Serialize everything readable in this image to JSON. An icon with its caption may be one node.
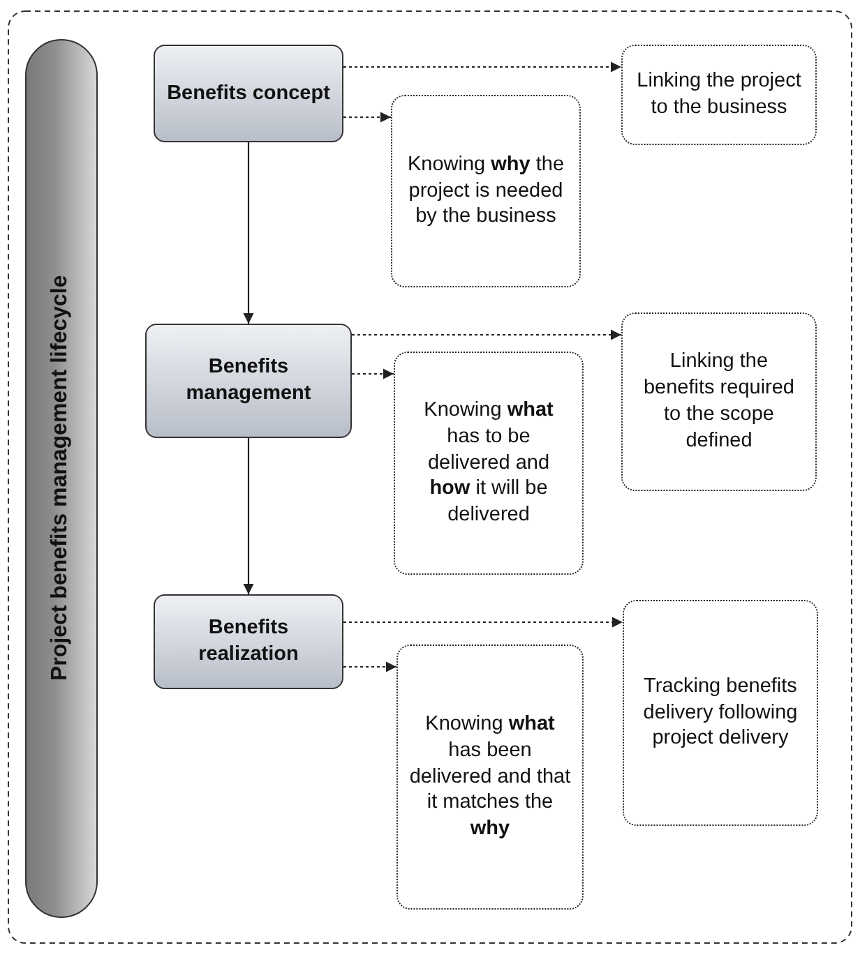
{
  "diagram": {
    "nodes": [
      {
        "text": [
          "Project benefits management lifecycle"
        ]
      },
      {
        "text": [
          "Benefits concept"
        ]
      },
      {
        "text": [
          "Knowing **why** the project is needed by the business"
        ]
      },
      {
        "text": [
          "Linking the project to the business"
        ]
      },
      {
        "text": [
          "Benefits management"
        ]
      },
      {
        "text": [
          "Knowing **what** has to be delivered and **how** it will be delivered"
        ]
      },
      {
        "text": [
          "Linking the benefits required to the scope defined"
        ]
      },
      {
        "text": [
          "Benefits realization"
        ]
      },
      {
        "text": [
          "Knowing **what** has been delivered and that it matches the **why**"
        ]
      },
      {
        "text": [
          "Tracking benefits delivery following project delivery"
        ]
      }
    ],
    "edges": [
      {
        "from": 1,
        "to": 4,
        "arrow": "to"
      },
      {
        "from": 1,
        "to": 2,
        "arrow": "to",
        "style": "dashed"
      },
      {
        "from": 1,
        "to": 3,
        "arrow": "to",
        "style": "dashed"
      },
      {
        "from": 4,
        "to": 7,
        "arrow": "to"
      },
      {
        "from": 4,
        "to": 5,
        "arrow": "to",
        "style": "dashed"
      },
      {
        "from": 4,
        "to": 6,
        "arrow": "to",
        "style": "dashed"
      },
      {
        "from": 7,
        "to": 8,
        "arrow": "to",
        "style": "dashed"
      },
      {
        "from": 7,
        "to": 9,
        "arrow": "to",
        "style": "dashed"
      }
    ]
  }
}
